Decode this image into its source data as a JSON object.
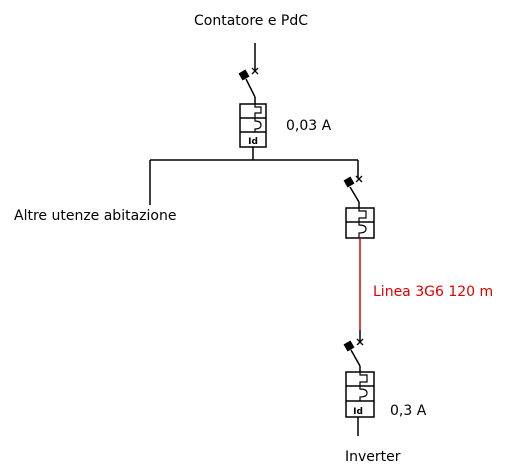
{
  "labels": {
    "top_source": "Contatore e PdC",
    "main_rcd_rating": "0,03 A",
    "other_loads": "Altre utenze abitazione",
    "line_cable": "Linea 3G6 120 m",
    "inverter_rcd_rating": "0,3 A",
    "bottom_load": "Inverter"
  },
  "symbols": {
    "switch_mark": "×",
    "rcd_mark": "Id"
  },
  "colors": {
    "wire": "#000000",
    "cable_line": "#e00000",
    "background": "#ffffff"
  }
}
